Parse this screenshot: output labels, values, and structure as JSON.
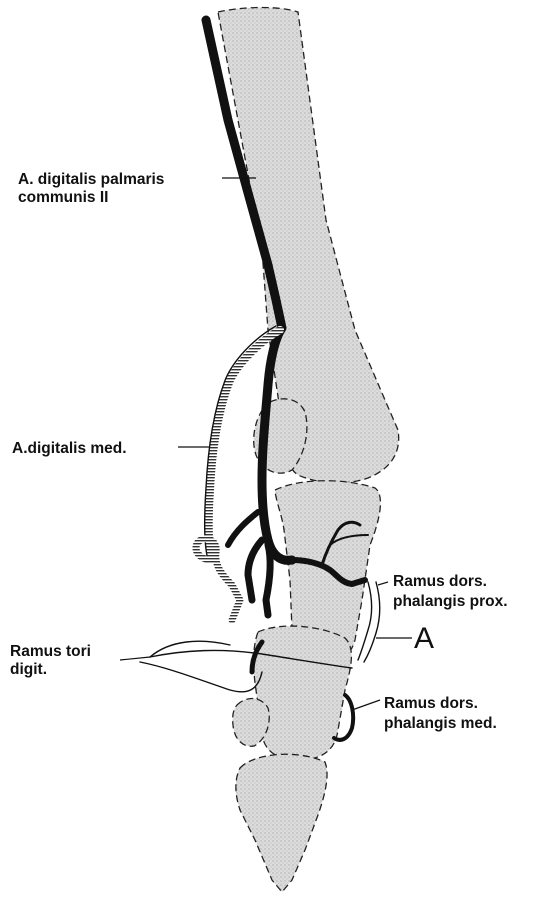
{
  "labels": {
    "digitalis_palmaris_line1": "A. digitalis palmaris",
    "digitalis_palmaris_line2": "communis II",
    "digitalis_med": "A.digitalis med.",
    "ramus_dors_prox_line1": "Ramus dors.",
    "ramus_dors_prox_line2": "phalangis prox.",
    "marker_a": "A",
    "ramus_tori_line1": "Ramus tori",
    "ramus_tori_line2": "digit.",
    "ramus_dors_med_line1": "Ramus dors.",
    "ramus_dors_med_line2": "phalangis med."
  },
  "colors": {
    "bone_fill": "#d9d9d9",
    "ink": "#111111"
  }
}
